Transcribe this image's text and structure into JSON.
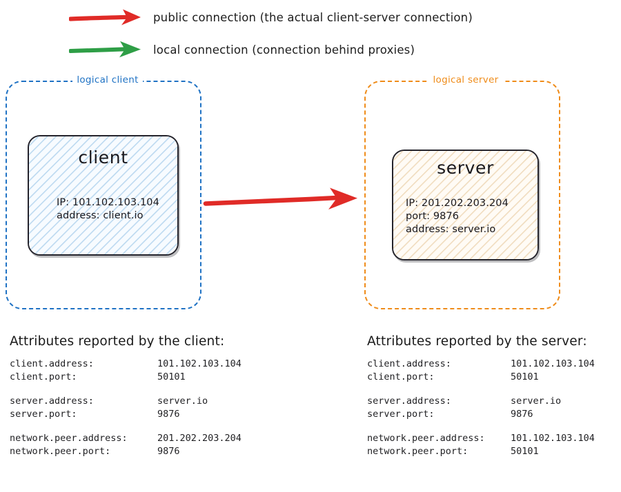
{
  "colors": {
    "public_arrow": "#e02b27",
    "local_arrow": "#2e9e46",
    "client_accent": "#1f72c4",
    "server_accent": "#ef8c1a",
    "client_fill": "#eaf3fb",
    "server_fill": "#fdf3e4",
    "node_stroke": "#24232b"
  },
  "legend": {
    "items": [
      {
        "arrow": "red-arrow-icon",
        "color": "#e02b27",
        "label": "public connection (the actual client-server connection)"
      },
      {
        "arrow": "green-arrow-icon",
        "color": "#2e9e46",
        "label": "local connection (connection behind proxies)"
      }
    ]
  },
  "logical_client": {
    "title": "logical client",
    "node": {
      "title": "client",
      "lines": [
        "IP: 101.102.103.104",
        "address: client.io"
      ]
    }
  },
  "logical_server": {
    "title": "logical server",
    "node": {
      "title": "server",
      "lines": [
        "IP: 201.202.203.204",
        "port: 9876",
        "address: server.io"
      ]
    }
  },
  "main_connection": {
    "icon": "red-arrow-icon",
    "color": "#e02b27",
    "direction": "client-to-server"
  },
  "attributes_client": {
    "heading": "Attributes reported by the client:",
    "groups": [
      {
        "rows": [
          {
            "key": "client.address:",
            "value": "101.102.103.104"
          },
          {
            "key": "client.port:",
            "value": "50101"
          }
        ]
      },
      {
        "rows": [
          {
            "key": "server.address:",
            "value": "server.io"
          },
          {
            "key": "server.port:",
            "value": "9876"
          }
        ]
      },
      {
        "rows": [
          {
            "key": "network.peer.address:",
            "value": "201.202.203.204"
          },
          {
            "key": "network.peer.port:",
            "value": "9876"
          }
        ]
      }
    ]
  },
  "attributes_server": {
    "heading": "Attributes reported by the server:",
    "groups": [
      {
        "rows": [
          {
            "key": "client.address:",
            "value": "101.102.103.104"
          },
          {
            "key": "client.port:",
            "value": "50101"
          }
        ]
      },
      {
        "rows": [
          {
            "key": "server.address:",
            "value": "server.io"
          },
          {
            "key": "server.port:",
            "value": "9876"
          }
        ]
      },
      {
        "rows": [
          {
            "key": "network.peer.address:",
            "value": "101.102.103.104"
          },
          {
            "key": "network.peer.port:",
            "value": "50101"
          }
        ]
      }
    ]
  }
}
